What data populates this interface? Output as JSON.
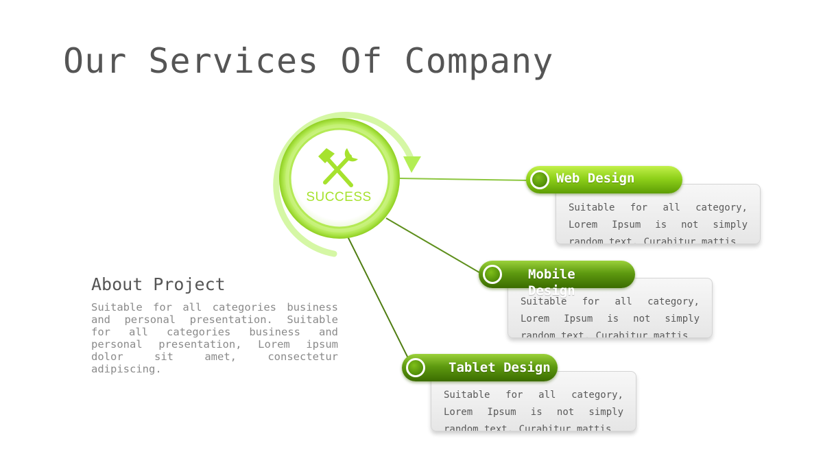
{
  "title": "Our Services Of Company",
  "about": {
    "heading": "About Project",
    "body": "Suitable for all categories business and personal presentation. Suitable for all categories business and personal presentation, Lorem ipsum dolor sit amet, consectetur adipiscing."
  },
  "hub": {
    "label": "SUCCESS",
    "icon": "hammer-wrench-icon"
  },
  "services": [
    {
      "title": "Web Design",
      "text": "Suitable for all category, Lorem Ipsum is not simply random text. Curabitur mattis"
    },
    {
      "title": "Mobile Design",
      "text": "Suitable for all category, Lorem Ipsum is not simply random text. Curabitur mattis"
    },
    {
      "title": "Tablet Design",
      "text": "Suitable for all category, Lorem Ipsum is not simply random text. Curabitur mattis"
    }
  ],
  "colors": {
    "accent_light": "#a6e22e",
    "accent_dark": "#5d9d05",
    "title_text": "#555555",
    "body_text": "#8a8a8a"
  }
}
